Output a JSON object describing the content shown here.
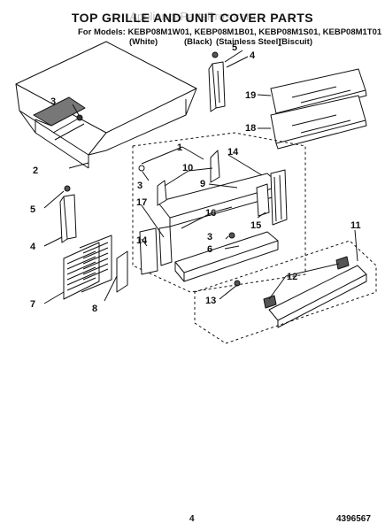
{
  "header": {
    "title": "TOP GRILLE AND UNIT COVER PARTS",
    "watermark": "AppliancePartsPros.com",
    "models_line": "For Models: KEBP08M1W01, KEBP08M1B01, KEBP08M1S01, KEBP08M1T01",
    "variants": [
      "(White)",
      "(Black)",
      "(Stainless Steel)",
      "(Biscuit)"
    ]
  },
  "callouts": {
    "c1": "1",
    "c2": "2",
    "c3a": "3",
    "c3b": "3",
    "c3c": "3",
    "c4a": "4",
    "c4b": "4",
    "c5a": "5",
    "c5b": "5",
    "c6": "6",
    "c7": "7",
    "c8": "8",
    "c9": "9",
    "c10": "10",
    "c11": "11",
    "c12": "12",
    "c13": "13",
    "c14a": "14",
    "c14b": "14",
    "c15": "15",
    "c16": "16",
    "c17": "17",
    "c18": "18",
    "c19": "19"
  },
  "footer": {
    "page": "4",
    "part_no": "4396567"
  }
}
